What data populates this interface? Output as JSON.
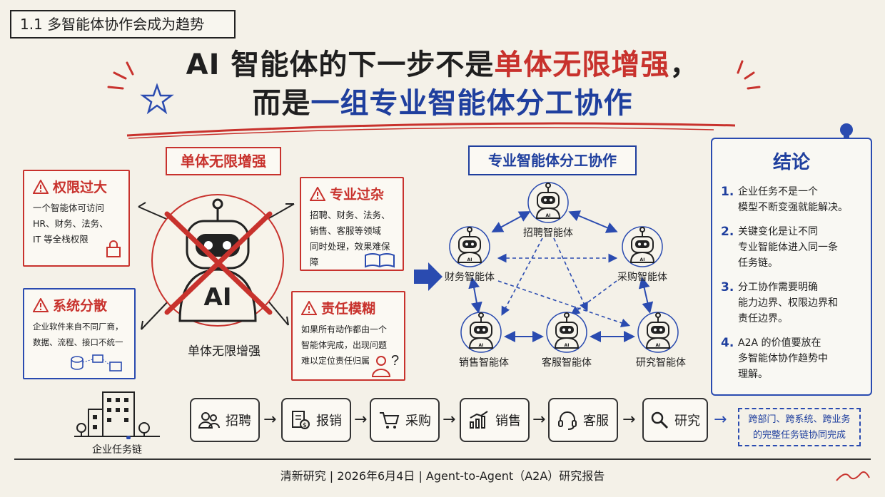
{
  "section_tag": "1.1 多智能体协作会成为趋势",
  "title": {
    "line1_a": "AI 智能体的下一步不是",
    "line1_b": "单体无限增强",
    "line1_c": "，",
    "line2_a": "而是",
    "line2_b": "一组专业智能体分工协作"
  },
  "left": {
    "label": "单体无限增强",
    "robot_text": "AI",
    "robot_caption": "单体无限增强",
    "cards": [
      {
        "title": "权限过大",
        "body": [
          "一个智能体可访问",
          "HR、财务、法务、",
          "IT 等全栈权限"
        ]
      },
      {
        "title": "专业过杂",
        "body": [
          "招聘、财务、法务、",
          "销售、客服等领域",
          "同时处理，效果难保障"
        ]
      },
      {
        "title": "系统分散",
        "body": [
          "企业软件来自不同厂商，",
          "数据、流程、接口不统一"
        ]
      },
      {
        "title": "责任模糊",
        "body": [
          "如果所有动作都由一个",
          "智能体完成，出现问题",
          "难以定位责任归属"
        ]
      }
    ]
  },
  "right": {
    "label": "专业智能体分工协作",
    "agents": [
      "招聘智能体",
      "财务智能体",
      "采购智能体",
      "销售智能体",
      "客服智能体",
      "研究智能体"
    ],
    "badge": "AI"
  },
  "conclusion": {
    "title": "结论",
    "items": [
      {
        "num": "1.",
        "lines": [
          "企业任务不是一个",
          "模型不断变强就能解决。"
        ]
      },
      {
        "num": "2.",
        "lines": [
          "关键变化是让不同",
          "专业智能体进入同一条",
          "任务链。"
        ]
      },
      {
        "num": "3.",
        "lines": [
          "分工协作需要明确",
          "能力边界、权限边界和",
          "责任边界。"
        ]
      },
      {
        "num": "4.",
        "lines": [
          "A2A 的价值要放在",
          "多智能体协作趋势中",
          "理解。"
        ]
      }
    ]
  },
  "chain": {
    "company_label": "企业任务链",
    "steps": [
      {
        "label": "招聘",
        "icon": "people-icon"
      },
      {
        "label": "报销",
        "icon": "receipt-icon"
      },
      {
        "label": "采购",
        "icon": "cart-icon"
      },
      {
        "label": "销售",
        "icon": "chart-icon"
      },
      {
        "label": "客服",
        "icon": "headset-icon"
      },
      {
        "label": "研究",
        "icon": "magnifier-icon"
      }
    ],
    "summary": [
      "跨部门、跨系统、跨业务",
      "的完整任务链协同完成"
    ]
  },
  "footer": "清新研究 | 2026年6月4日 | Agent-to-Agent（A2A）研究报告",
  "colors": {
    "red": "#c8322d",
    "blue": "#1f3f9e",
    "background": "#f4f1e8"
  }
}
